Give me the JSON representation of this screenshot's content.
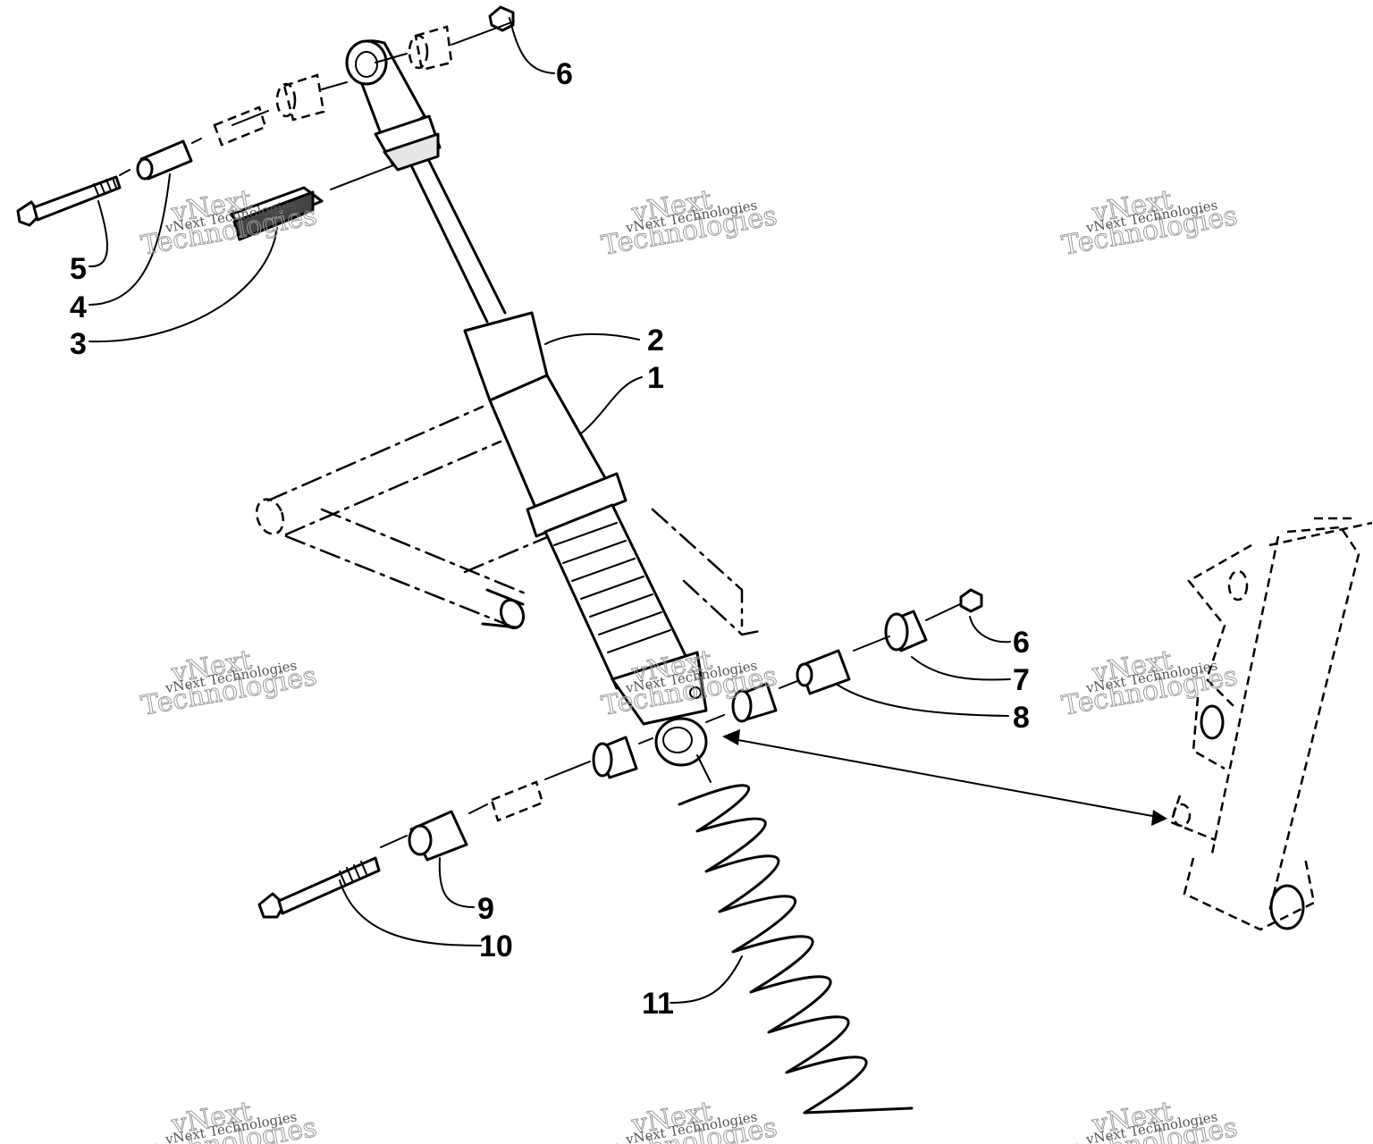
{
  "callouts": [
    {
      "id": "1",
      "label": "1"
    },
    {
      "id": "2",
      "label": "2"
    },
    {
      "id": "3",
      "label": "3"
    },
    {
      "id": "4",
      "label": "4"
    },
    {
      "id": "5",
      "label": "5"
    },
    {
      "id": "6a",
      "label": "6"
    },
    {
      "id": "6b",
      "label": "6"
    },
    {
      "id": "7",
      "label": "7"
    },
    {
      "id": "8",
      "label": "8"
    },
    {
      "id": "9",
      "label": "9"
    },
    {
      "id": "10",
      "label": "10"
    },
    {
      "id": "11",
      "label": "11"
    }
  ],
  "watermark": {
    "big_top": "vNext",
    "big_bottom": "Technologies",
    "small": "vNext Technologies"
  }
}
